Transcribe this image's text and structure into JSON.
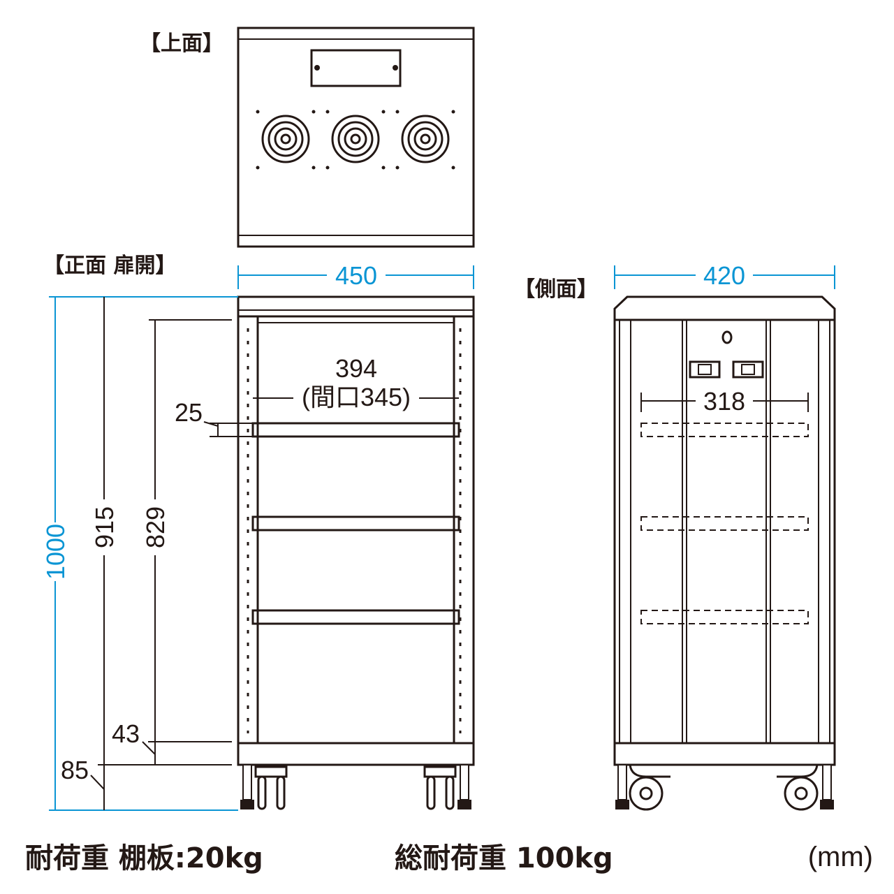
{
  "views": {
    "top": "【上面】",
    "front": "【正面 扉開】",
    "side": "【側面】"
  },
  "dims": {
    "width_front": "450",
    "width_side": "420",
    "height_total": "1000",
    "height_915": "915",
    "height_829": "829",
    "inner_width": "394",
    "opening": "(間口345)",
    "shelf_thickness": "25",
    "bottom_43": "43",
    "bottom_85": "85",
    "side_inner": "318"
  },
  "specs": {
    "shelf_load": "耐荷重 棚板:20kg",
    "total_load": "総耐荷重 100kg",
    "unit": "(mm)"
  },
  "colors": {
    "line": "#231815",
    "dimension_accent": "#0a95d4"
  }
}
